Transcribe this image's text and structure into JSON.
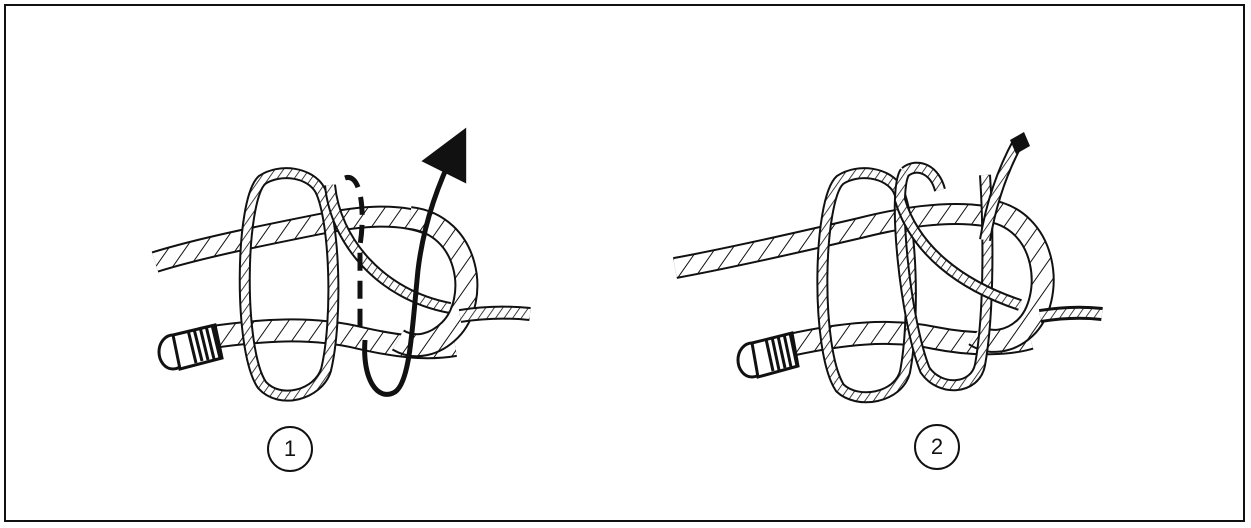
{
  "steps": [
    {
      "number": "1",
      "icon": "rope-knot-step-1-illustration"
    },
    {
      "number": "2",
      "icon": "rope-knot-step-2-illustration"
    }
  ],
  "colors": {
    "ink": "#111111",
    "background": "#ffffff"
  }
}
